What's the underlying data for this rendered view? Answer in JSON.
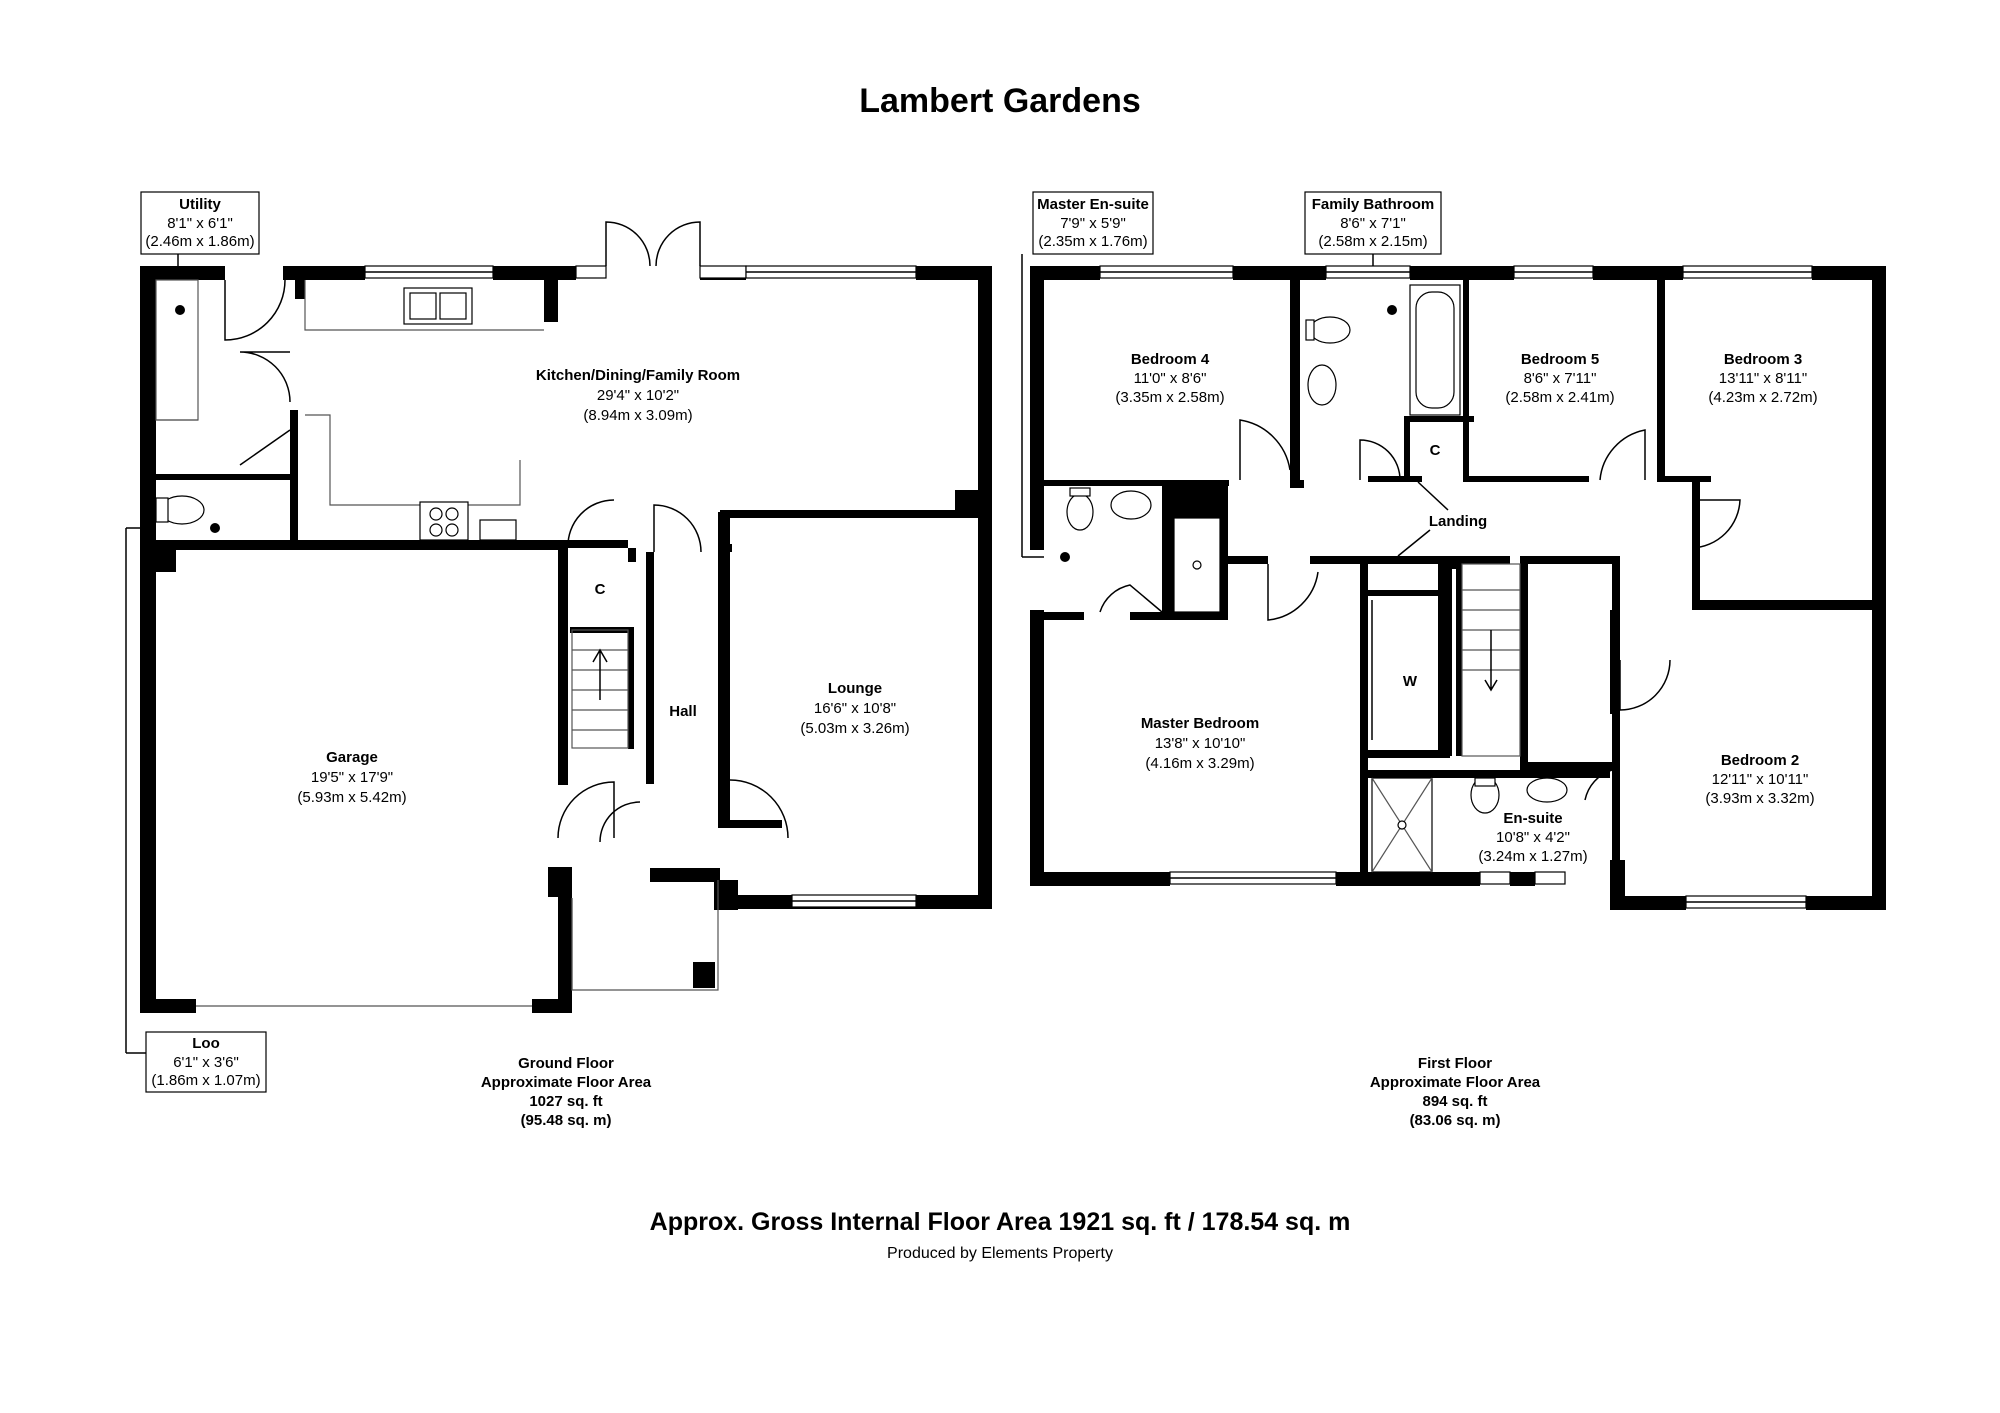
{
  "title": "Lambert Gardens",
  "ground_floor": {
    "rooms": {
      "utility": {
        "name": "Utility",
        "imperial": "8'1\" x 6'1\"",
        "metric": "(2.46m x 1.86m)"
      },
      "kitchen": {
        "name": "Kitchen/Dining/Family Room",
        "imperial": "29'4\" x 10'2\"",
        "metric": "(8.94m x 3.09m)"
      },
      "garage": {
        "name": "Garage",
        "imperial": "19'5\" x 17'9\"",
        "metric": "(5.93m x 5.42m)"
      },
      "hall": {
        "name": "Hall"
      },
      "cupboard": {
        "name": "C"
      },
      "lounge": {
        "name": "Lounge",
        "imperial": "16'6\" x 10'8\"",
        "metric": "(5.03m x 3.26m)"
      },
      "loo": {
        "name": "Loo",
        "imperial": "6'1\" x 3'6\"",
        "metric": "(1.86m x 1.07m)"
      }
    },
    "summary": {
      "line1": "Ground Floor",
      "line2": "Approximate Floor Area",
      "line3": "1027 sq. ft",
      "line4": "(95.48 sq. m)"
    }
  },
  "first_floor": {
    "rooms": {
      "master_ensuite": {
        "name": "Master En-suite",
        "imperial": "7'9\" x 5'9\"",
        "metric": "(2.35m x 1.76m)"
      },
      "family_bathroom": {
        "name": "Family Bathroom",
        "imperial": "8'6\" x 7'1\"",
        "metric": "(2.58m x 2.15m)"
      },
      "bedroom4": {
        "name": "Bedroom 4",
        "imperial": "11'0\" x 8'6\"",
        "metric": "(3.35m x 2.58m)"
      },
      "bedroom5": {
        "name": "Bedroom 5",
        "imperial": "8'6\" x 7'11\"",
        "metric": "(2.58m x 2.41m)"
      },
      "bedroom3": {
        "name": "Bedroom 3",
        "imperial": "13'11\" x 8'11\"",
        "metric": "(4.23m x 2.72m)"
      },
      "cupboard": {
        "name": "C"
      },
      "landing": {
        "name": "Landing"
      },
      "wardrobe": {
        "name": "W"
      },
      "master_bedroom": {
        "name": "Master Bedroom",
        "imperial": "13'8\" x 10'10\"",
        "metric": "(4.16m x 3.29m)"
      },
      "ensuite": {
        "name": "En-suite",
        "imperial": "10'8\" x 4'2\"",
        "metric": "(3.24m x 1.27m)"
      },
      "bedroom2": {
        "name": "Bedroom 2",
        "imperial": "12'11\" x 10'11\"",
        "metric": "(3.93m x 3.32m)"
      }
    },
    "summary": {
      "line1": "First Floor",
      "line2": "Approximate Floor Area",
      "line3": "894 sq. ft",
      "line4": "(83.06 sq. m)"
    }
  },
  "footer": {
    "gross": "Approx. Gross Internal Floor Area 1921 sq. ft / 178.54 sq. m",
    "producer": "Produced by Elements Property"
  }
}
